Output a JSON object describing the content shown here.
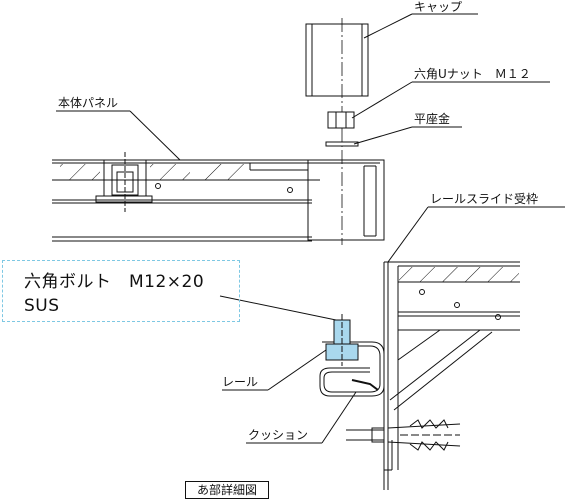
{
  "labels": {
    "cap": "キャップ",
    "hex_u_nut": "六角Uナット　Ｍ１２",
    "flat_washer": "平座金",
    "body_panel": "本体パネル",
    "rail_slide_frame": "レールスライド受枠",
    "rail": "レール",
    "cushion": "クッション"
  },
  "callout": {
    "line1": "六角ボルト　M12×20",
    "line2": "SUS"
  },
  "title": "あ部詳細図",
  "colors": {
    "line": "#111111",
    "bolt_fill": "#a9d8ee",
    "callout_border": "#7ec8e3"
  }
}
